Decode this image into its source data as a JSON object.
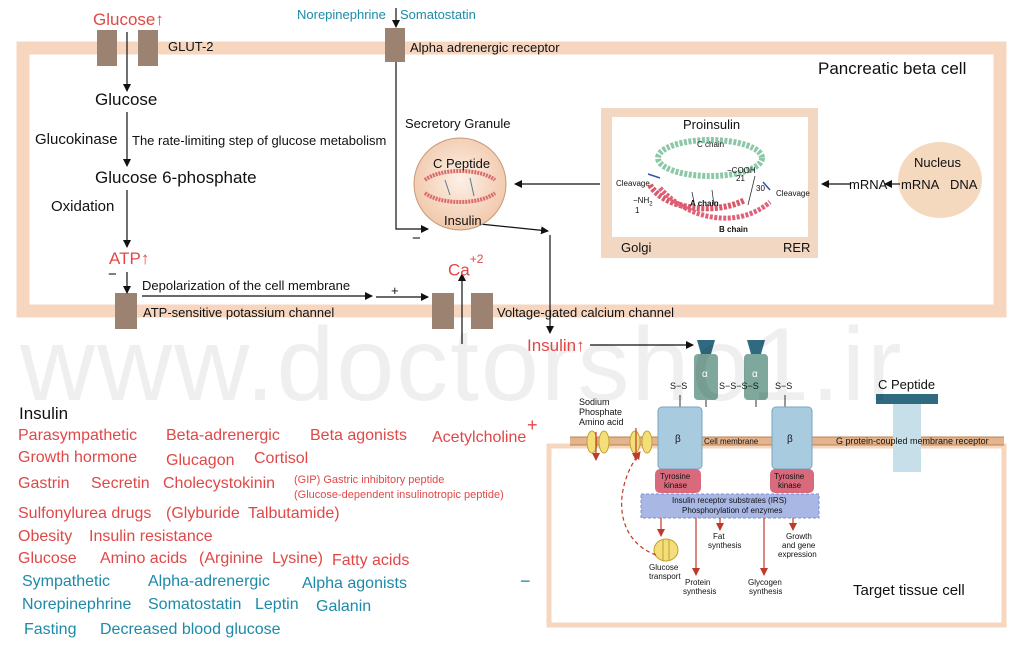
{
  "colors": {
    "membrane": "#f7d6bf",
    "channel": "#9c8270",
    "red": "#e04848",
    "blue": "#1c8aa8"
  },
  "beta_cell": {
    "label": "Pancreatic beta cell",
    "glucose_in": "Glucose",
    "glut2": "GLUT-2",
    "norepinephrine": "Norepinephrine",
    "somatostatin": "Somatostatin",
    "alpha_receptor": "Alpha adrenergic receptor",
    "glucose": "Glucose",
    "glucokinase": "Glucokinase",
    "rate_limiting": "The rate-limiting step of glucose metabolism",
    "g6p": "Glucose 6-phosphate",
    "oxidation": "Oxidation",
    "atp": "ATP",
    "minus1": "−",
    "depolarization": "Depolarization of the cell membrane",
    "plus1": "+",
    "katp": "ATP-sensitive potassium channel",
    "vgcc": "Voltage-gated calcium channel",
    "ca": "Ca",
    "ca_sup": "+2",
    "secretory_granule": "Secretory Granule",
    "c_peptide": "C Peptide",
    "granule_insulin": "Insulin",
    "minus2": "−",
    "insulin_out": "Insulin",
    "nucleus": "Nucleus",
    "mrna1": "mRNA",
    "mrna2": "mRNA",
    "dna": "DNA",
    "proinsulin": {
      "title": "Proinsulin",
      "c_chain": "C chain",
      "a_chain": "A chain",
      "b_chain": "B chain",
      "cleavage_left": "Cleavage",
      "cleavage_right": "Cleavage",
      "cooh": "−COOH",
      "n21": "21",
      "nh2": "−NH",
      "nh2_sub": "2",
      "n1": "1",
      "n30": "30",
      "golgi": "Golgi",
      "rer": "RER"
    }
  },
  "regulators": {
    "title": "Insulin",
    "lines": [
      [
        {
          "text": "Parasympathetic",
          "c": "red"
        },
        {
          "text": "Beta-adrenergic",
          "c": "red"
        },
        {
          "text": "Beta agonists",
          "c": "red"
        },
        {
          "text": "Acetylcholine",
          "c": "red"
        }
      ],
      [
        {
          "text": "Growth hormone",
          "c": "red"
        },
        {
          "text": "Glucagon",
          "c": "red"
        },
        {
          "text": "Cortisol",
          "c": "red"
        }
      ],
      [
        {
          "text": "Gastrin",
          "c": "red"
        },
        {
          "text": "Secretin",
          "c": "red"
        },
        {
          "text": "Cholecystokinin",
          "c": "red"
        }
      ],
      [
        {
          "text": "Sulfonylurea drugs",
          "c": "red"
        },
        {
          "text": "(Glyburide",
          "c": "red"
        },
        {
          "text": "Talbutamide)",
          "c": "red"
        }
      ],
      [
        {
          "text": "Obesity",
          "c": "red"
        },
        {
          "text": "Insulin resistance",
          "c": "red"
        }
      ],
      [
        {
          "text": "Glucose",
          "c": "red"
        },
        {
          "text": "Amino acids",
          "c": "red"
        },
        {
          "text": "(Arginine",
          "c": "red"
        },
        {
          "text": "Lysine)",
          "c": "red"
        },
        {
          "text": "Fatty acids",
          "c": "red"
        }
      ],
      [
        {
          "text": "Sympathetic",
          "c": "blu"
        },
        {
          "text": "Alpha-adrenergic",
          "c": "blu"
        },
        {
          "text": "Alpha agonists",
          "c": "blu"
        }
      ],
      [
        {
          "text": "Norepinephrine",
          "c": "blu"
        },
        {
          "text": "Somatostatin",
          "c": "blu"
        },
        {
          "text": "Leptin",
          "c": "blu"
        },
        {
          "text": "Galanin",
          "c": "blu"
        }
      ],
      [
        {
          "text": "Fasting",
          "c": "blu"
        },
        {
          "text": "Decreased blood glucose",
          "c": "blu"
        }
      ]
    ],
    "gip_line1": "(GIP) Gastric inhibitory peptide",
    "gip_line2": "(Glucose-dependent insulinotropic peptide)",
    "plus": "+",
    "minus": "−"
  },
  "target": {
    "label": "Target tissue cell",
    "c_peptide": "C Peptide",
    "gpcr": "G protein-coupled membrane receptor",
    "sodium": "Sodium",
    "phosphate": "Phosphate",
    "amino_acid": "Amino acid",
    "alpha": "α",
    "beta": "β",
    "ss": "S−S",
    "ss_mid": "S−S−S−S",
    "cell_membrane": "Cell membrane",
    "tyrosine": "Tyrosine",
    "kinase": "kinase",
    "irs1": "Insulin receptor substrates (IRS)",
    "irs2": "Phosphorylation of enzymes",
    "fat1": "Fat",
    "fat2": "synthesis",
    "growth1": "Growth",
    "growth2": "and gene",
    "growth3": "expression",
    "gt1": "Glucose",
    "gt2": "transport",
    "ps1": "Protein",
    "ps2": "synthesis",
    "gs1": "Glycogen",
    "gs2": "synthesis"
  },
  "watermark": "www.doctorsho1.ir"
}
